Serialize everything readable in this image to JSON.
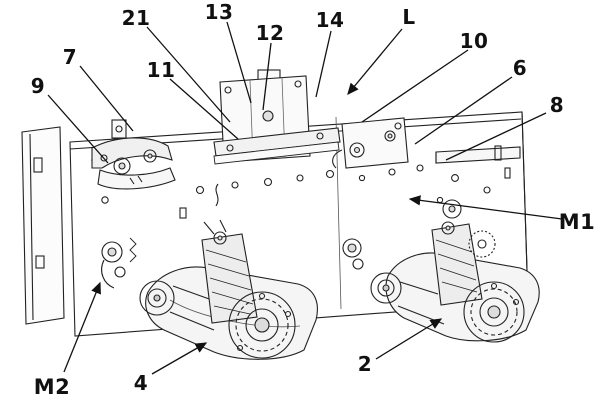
{
  "diagram": {
    "type": "patent-style technical line drawing of a dual mechanical operating assembly",
    "background_color": "#ffffff",
    "line_color": "#1a1a1a",
    "labels": {
      "n7": "7",
      "n9": "9",
      "n21": "21",
      "n11": "11",
      "n13": "13",
      "n12": "12",
      "n14": "14",
      "L": "L",
      "n10": "10",
      "n6": "6",
      "n8": "8",
      "M1": "M1",
      "M2": "M2",
      "n4": "4",
      "n2": "2"
    }
  }
}
